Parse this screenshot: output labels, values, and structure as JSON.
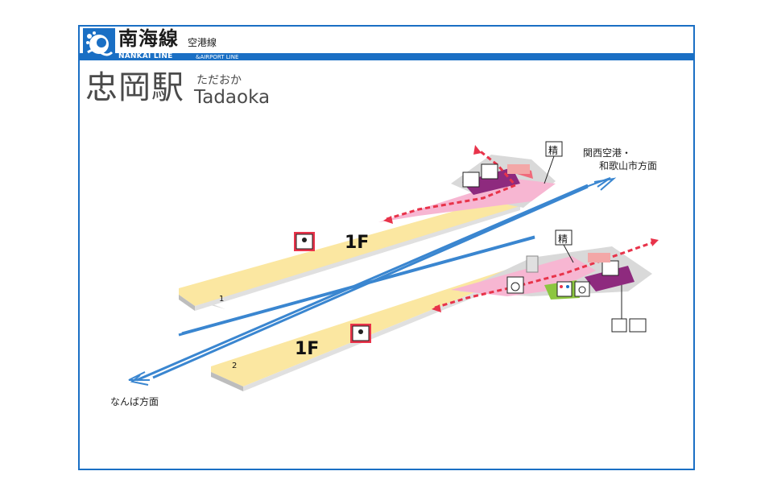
{
  "header": {
    "line_name": "南海線",
    "line_sub": "空港線",
    "line_en": "NANKAI LINE",
    "line_en_sub": "&AIRPORT LINE"
  },
  "station": {
    "name_jp": "忠岡駅",
    "name_kana": "ただおか",
    "name_en": "Tadaoka"
  },
  "directions": {
    "up_line1": "関西空港・",
    "up_line2": "和歌山市方面",
    "down": "なんば方面"
  },
  "platforms": [
    {
      "number": "1",
      "floor": "1F"
    },
    {
      "number": "2",
      "floor": "1F"
    }
  ],
  "facilities": {
    "fare_adjust_label": "精",
    "icons": [
      "waiting-room-icon",
      "ticket-machine-icon",
      "ticket-gate-icon",
      "wheelchair-icon",
      "restroom-icon",
      "accessible-restroom-icon",
      "elevator-icon",
      "exit-arrow-icon"
    ]
  },
  "colors": {
    "brand_blue": "#1a6fc4",
    "platform_yellow": "#fbe7a1",
    "concourse_pink": "#f7b6d2",
    "ticket_purple": "#8e2a7e",
    "exit_red": "#e8334a",
    "restroom_green": "#8cc63f"
  }
}
